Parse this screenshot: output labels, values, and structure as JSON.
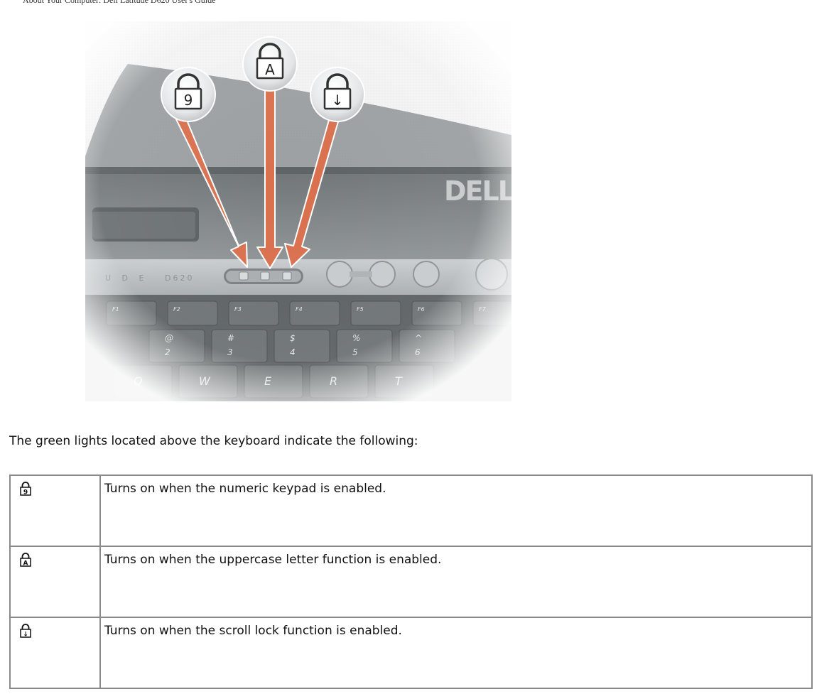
{
  "header": {
    "title": "About Your Computer: Dell Latitude D620 User's Guide"
  },
  "figure": {
    "callouts": [
      {
        "icon": "num-lock-icon",
        "glyph": "9"
      },
      {
        "icon": "caps-lock-icon",
        "glyph": "A"
      },
      {
        "icon": "scroll-lock-icon",
        "glyph": "↓"
      }
    ],
    "logo_text": "DELL",
    "model_text": "D620",
    "brand_text": "U D E",
    "function_keys": [
      "F1",
      "F2",
      "F3",
      "F4",
      "F5",
      "F6",
      "F7"
    ],
    "number_keys": [
      {
        "top": "@",
        "bottom": "2"
      },
      {
        "top": "#",
        "bottom": "3"
      },
      {
        "top": "$",
        "bottom": "4"
      },
      {
        "top": "%",
        "bottom": "5"
      },
      {
        "top": "^",
        "bottom": "6"
      }
    ],
    "letter_keys": [
      "Q",
      "W",
      "E",
      "R",
      "T"
    ],
    "colors": {
      "arrow": "#d9704e",
      "body": "#9ea2a4"
    }
  },
  "intro": "The green lights located above the keyboard indicate the following:",
  "lights": [
    {
      "icon": "num-lock-icon",
      "glyph": "9",
      "text": "Turns on when the numeric keypad is enabled."
    },
    {
      "icon": "caps-lock-icon",
      "glyph": "A",
      "text": "Turns on when the uppercase letter function is enabled."
    },
    {
      "icon": "scroll-lock-icon",
      "glyph": "↓",
      "text": "Turns on when the scroll lock function is enabled."
    }
  ]
}
